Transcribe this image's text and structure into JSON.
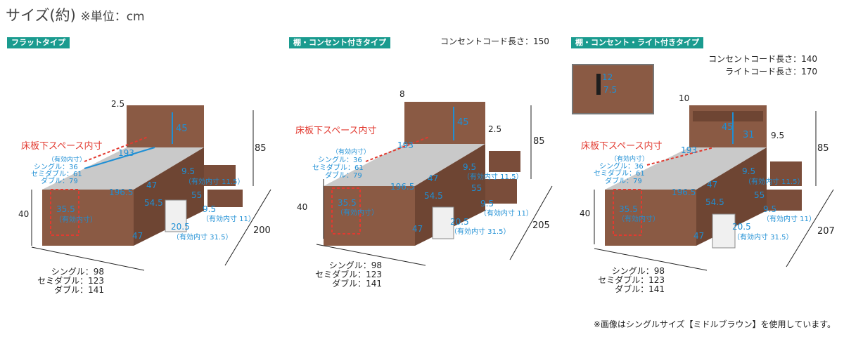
{
  "header": {
    "title": "サイズ(約)",
    "unit_note": "※単位：cm"
  },
  "colors": {
    "wood": "#8a5a44",
    "wood_dark": "#6e4533",
    "accent_teal": "#1a9b8f",
    "dimension_blue": "#1e8fd5",
    "red_dash": "#e23a30"
  },
  "panels": [
    {
      "tag": "フラットタイプ",
      "dims": {
        "headboard_thickness": "2.5",
        "headboard_height": "45",
        "total_height": "85",
        "inner_label": "床板下スペース内寸",
        "length_top": "193",
        "effective_label": "（有効内寸）",
        "widths": {
          "single": "シングル：36",
          "semi_double": "セミダブル：61",
          "double": "ダブル：79"
        },
        "floor_length": "196.5",
        "depth_47_top": "47",
        "drawer1": "9.5",
        "drawer1_eff": "（有効内寸 11.5）",
        "drawer2_w": "55",
        "drawer2_h": "9.5",
        "drawer2_eff": "（有効内寸 11）",
        "drawer_depth": "54.5",
        "base_h": "20.5",
        "base_eff": "（有効内寸 31.5）",
        "space_h": "35.5",
        "space_eff": "（有効内寸）",
        "bottom_47": "47",
        "height_40": "40",
        "length_total": "200"
      },
      "bottom_widths": {
        "single": "シングル：98",
        "semi_double": "セミダブル：123",
        "double": "ダブル：141"
      }
    },
    {
      "tag": "棚・コンセント付きタイプ",
      "cord_note": "コンセントコード長さ：150",
      "dims": {
        "headboard_thickness": "8",
        "headboard_height": "45",
        "side_thickness": "2.5",
        "total_height": "85",
        "inner_label": "床板下スペース内寸",
        "length_top": "193",
        "effective_label": "（有効内寸）",
        "widths": {
          "single": "シングル：36",
          "semi_double": "セミダブル：61",
          "double": "ダブル：79"
        },
        "floor_length": "196.5",
        "depth_47_top": "47",
        "drawer1": "9.5",
        "drawer1_eff": "（有効内寸 11.5）",
        "drawer2_w": "55",
        "drawer2_h": "9.5",
        "drawer2_eff": "（有効内寸 11）",
        "drawer_depth": "54.5",
        "base_h": "20.5",
        "base_eff": "（有効内寸 31.5）",
        "space_h": "35.5",
        "space_eff": "（有効内寸）",
        "bottom_47": "47",
        "height_40": "40",
        "length_total": "205"
      },
      "bottom_widths": {
        "single": "シングル：98",
        "semi_double": "セミダブル：123",
        "double": "ダブル：141"
      }
    },
    {
      "tag": "棚・コンセント・ライト付きタイプ",
      "cord_note": "コンセントコード長さ：140",
      "light_note": "ライトコード長さ：170",
      "inset": {
        "a": "12",
        "b": "7.5"
      },
      "dims": {
        "headboard_thickness": "10",
        "headboard_height": "45",
        "shelf_h": "31",
        "side_thickness": "9.5",
        "total_height": "85",
        "inner_label": "床板下スペース内寸",
        "length_top": "193",
        "effective_label": "（有効内寸）",
        "widths": {
          "single": "シングル：36",
          "semi_double": "セミダブル：61",
          "double": "ダブル：79"
        },
        "floor_length": "196.5",
        "depth_47_top": "47",
        "drawer1": "9.5",
        "drawer1_eff": "（有効内寸 11.5）",
        "drawer2_w": "55",
        "drawer2_h": "9.5",
        "drawer2_eff": "（有効内寸 11）",
        "drawer_depth": "54.5",
        "base_h": "20.5",
        "base_eff": "（有効内寸 31.5）",
        "space_h": "35.5",
        "space_eff": "（有効内寸）",
        "bottom_47": "47",
        "height_40": "40",
        "length_total": "207"
      },
      "bottom_widths": {
        "single": "シングル：98",
        "semi_double": "セミダブル：123",
        "double": "ダブル：141"
      }
    }
  ],
  "footnote": "※画像はシングルサイズ【ミドルブラウン】を使用しています。"
}
